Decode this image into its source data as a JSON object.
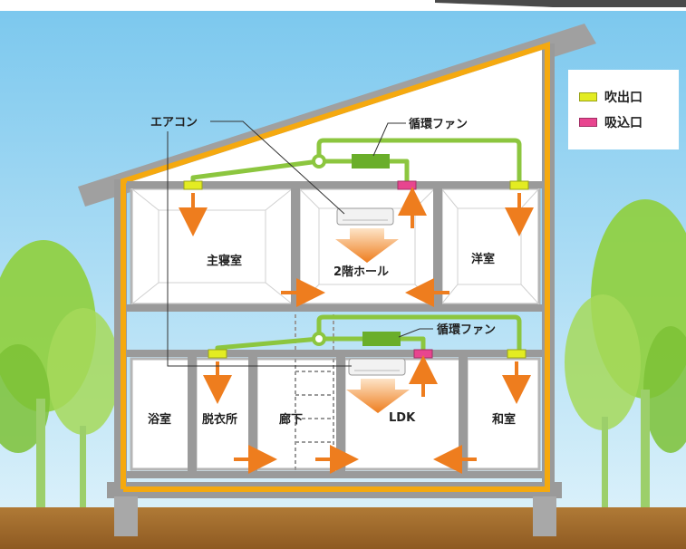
{
  "labels": {
    "aircon": "エアコン",
    "fan_upper": "循環ファン",
    "fan_lower": "循環ファン",
    "master_bedroom": "主寝室",
    "hall_2f": "2階ホール",
    "western_room": "洋室",
    "bathroom": "浴室",
    "dressing_room": "脱衣所",
    "corridor": "廊下",
    "ldk": "LDK",
    "japanese_room": "和室"
  },
  "legend": {
    "outlet_label": "吹出口",
    "inlet_label": "吸込口",
    "outlet_color": "#e3ec22",
    "inlet_color": "#e8458f"
  },
  "colors": {
    "sky": "#8fd0ee",
    "ground": "#a36a2a",
    "duct": "#8cc63f",
    "arrow": "#ee7d1e",
    "frame": "#9a9a9a",
    "insulation": "#f5a90f"
  }
}
